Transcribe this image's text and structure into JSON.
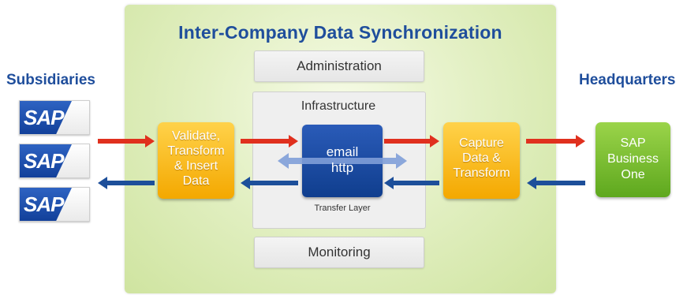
{
  "diagram": {
    "title": "Inter-Company Data Synchronization",
    "subsidiaries_label": "Subsidiaries",
    "headquarters_label": "Headquarters",
    "sap_logo_text": "SAP",
    "administration_label": "Administration",
    "infrastructure_label": "Infrastructure",
    "transfer": {
      "line1": "email",
      "line2": "http",
      "caption": "Transfer Layer"
    },
    "monitoring_label": "Monitoring",
    "left_process": [
      "Validate,",
      "Transform",
      "& Insert",
      "Data"
    ],
    "right_process": [
      "Capture",
      "Data &",
      "Transform"
    ],
    "hq_system": [
      "SAP",
      "Business",
      "One"
    ]
  },
  "colors": {
    "title_blue": "#1f4e9c",
    "arrow_red": "#e0301e",
    "arrow_blue": "#1d4f9a",
    "orange": "#f4a800",
    "green_panel": "#d8eab0",
    "hq_green": "#6bb525",
    "transfer_blue": "#1a4a9e"
  }
}
